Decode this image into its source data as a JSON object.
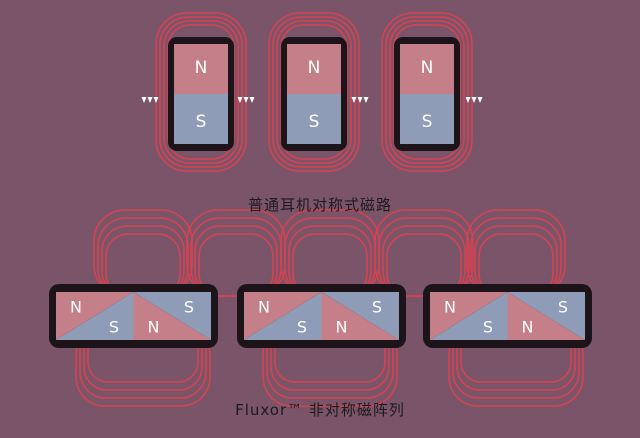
{
  "captions": {
    "symmetric": "普通耳机对称式磁路",
    "fluxor": "Fluxor™ 非对称磁阵列"
  },
  "pole_labels": {
    "north": "N",
    "south": "S"
  },
  "colors": {
    "background": "#7a5468",
    "north_pole": "#c47f88",
    "south_pole": "#8f9cb7",
    "field_line": "#e4404e",
    "magnet_frame": "#1c1419",
    "pole_text": "#ffffff",
    "caption_text": "#1f1a1f"
  },
  "symmetric_array": {
    "magnet_count": 3,
    "pole_order": [
      "N",
      "S"
    ]
  },
  "fluxor_array": {
    "magnet_count": 3,
    "segment_labels": [
      "N",
      "S",
      "N",
      "S"
    ]
  }
}
